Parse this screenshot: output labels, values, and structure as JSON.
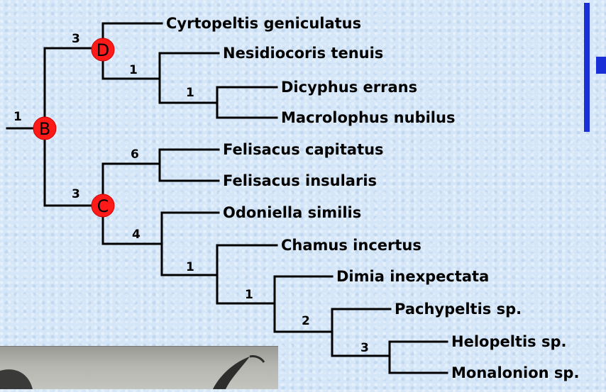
{
  "tree": {
    "taxa": [
      "Cyrtopeltis geniculatus",
      "Nesidiocoris tenuis",
      "Dicyphus errans",
      "Macrolophus nubilus",
      "Felisacus capitatus",
      "Felisacus insularis",
      "Odoniella similis",
      "Chamus incertus",
      "Dimia inexpectata",
      "Pachypeltis sp.",
      "Helopeltis sp.",
      "Monalonion sp."
    ],
    "support_values": [
      "1",
      "3",
      "1",
      "1",
      "3",
      "6",
      "4",
      "1",
      "1",
      "2",
      "3"
    ],
    "node_labels": [
      "B",
      "D",
      "C"
    ]
  },
  "colors": {
    "node_marker": "#ff1a1a",
    "accent_bar": "#1a2fd6",
    "background": "#d4e6f7"
  }
}
